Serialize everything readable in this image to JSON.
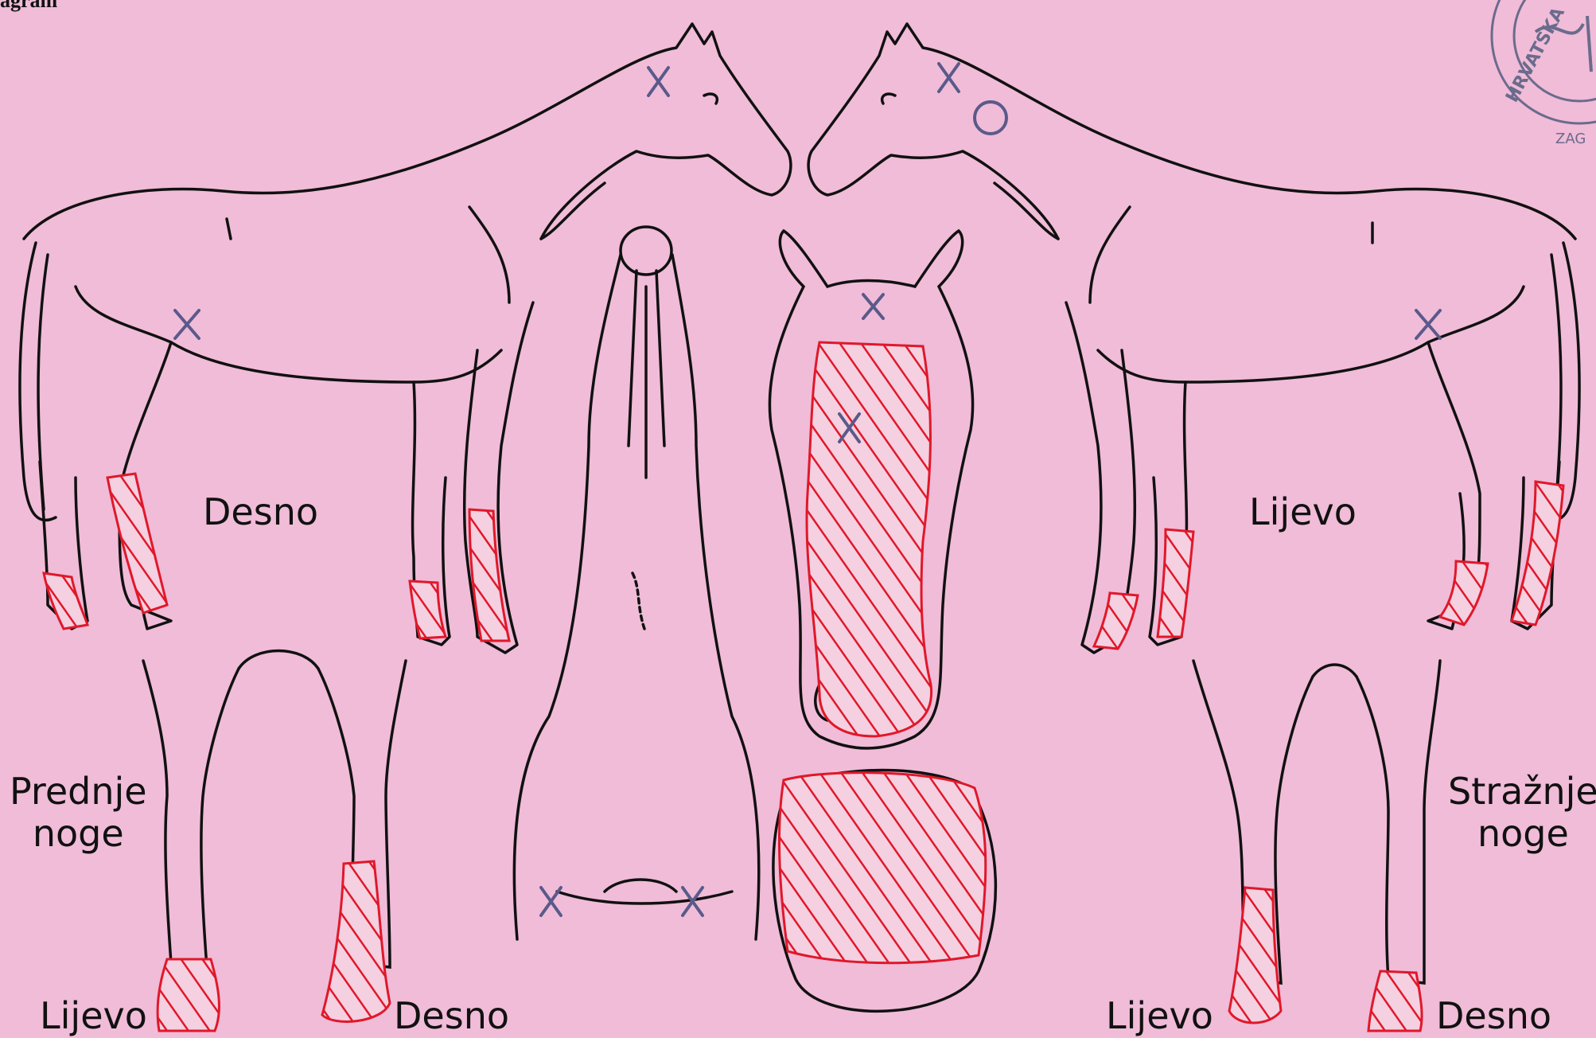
{
  "header": {
    "fragment": "agram"
  },
  "labels": {
    "left_side": "Desno",
    "right_side": "Lijevo",
    "front_legs_line1": "Prednje",
    "front_legs_line2": "noge",
    "hind_legs_line1": "Stražnje",
    "hind_legs_line2": "noge",
    "front_left": "Lijevo",
    "front_right": "Desno",
    "hind_left": "Lijevo",
    "hind_right": "Desno"
  },
  "stamp": {
    "text": "HRVATSKA",
    "partial": "ZAG"
  },
  "colors": {
    "background": "#f0bcd8",
    "outline": "#111111",
    "marking": "#e0182a",
    "cross": "#5a5a8a"
  }
}
